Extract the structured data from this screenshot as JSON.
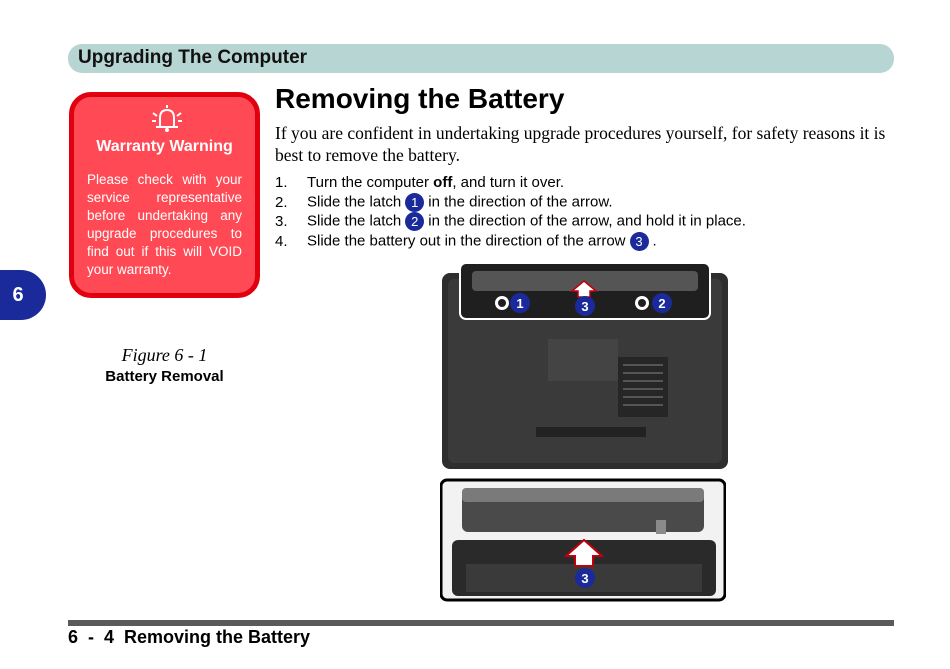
{
  "header": {
    "title": "Upgrading The Computer"
  },
  "chapter_tab": "6",
  "warning": {
    "icon": "alarm-bell-icon",
    "title": "Warranty Warning",
    "text": "Please check with your service representative before undertaking any upgrade procedures to find out if this will VOID your warranty."
  },
  "figure": {
    "label": "Figure 6 - 1",
    "title": "Battery Removal"
  },
  "page_title": "Removing the Battery",
  "intro": "If you are confident in undertaking upgrade procedures yourself, for safety reasons it is best to remove the battery.",
  "steps": [
    {
      "num": "1.",
      "pre": "Turn the computer ",
      "bold": "off",
      "post": ", and turn it over."
    },
    {
      "num": "2.",
      "pre": "Slide the latch",
      "badge": "1",
      "post": "in the direction of the arrow."
    },
    {
      "num": "3.",
      "pre": "Slide the latch",
      "badge": "2",
      "post": "in the direction of the arrow, and hold it in place."
    },
    {
      "num": "4.",
      "pre": "Slide the battery out in the direction of the arrow",
      "badge": "3",
      "post": "."
    }
  ],
  "photo_callouts": {
    "latch1": "1",
    "latch2": "2",
    "arrow": "3",
    "arrow_bottom": "3"
  },
  "footer": {
    "text": "6  -  4  Removing the Battery"
  },
  "colors": {
    "header_bar": "#b7d6d3",
    "tab": "#1b2a9a",
    "warning_fill": "#ff4a55",
    "warning_border": "#e00010",
    "badge": "#1b2a9a"
  }
}
